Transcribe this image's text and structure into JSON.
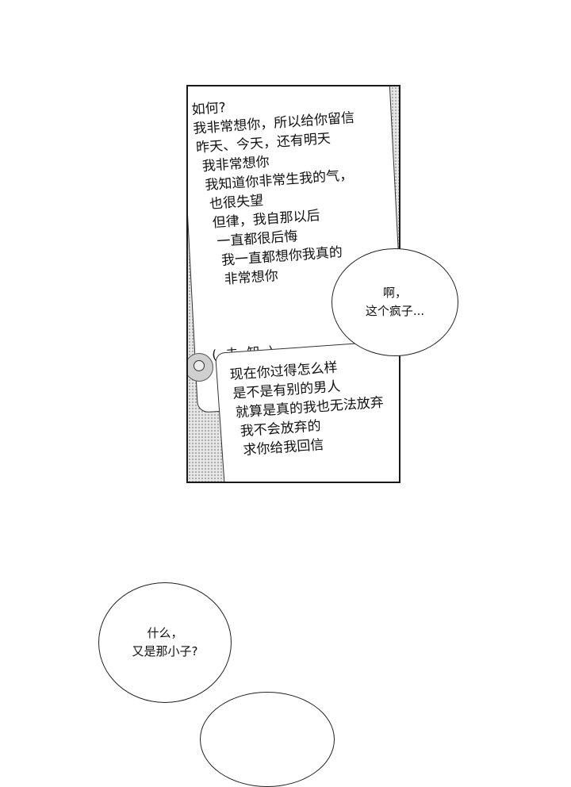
{
  "panel": {
    "message1": [
      "如何?",
      "我非常想你，所以给你留信",
      "昨天、今天，还有明天",
      "我非常想你",
      "我知道你非常生我的气，",
      "也很失望",
      "但律，我自那以后",
      "一直都很后悔",
      "我一直都想你我真的",
      "非常想你"
    ],
    "sender_label": "( 未  知 )",
    "message2": [
      "现在你过得怎么样",
      "是不是有别的男人",
      "就算是真的我也无法放弃",
      "我不会放弃的",
      "求你给我回信"
    ]
  },
  "speech": {
    "bubble1": [
      "啊，",
      "这个疯子..."
    ],
    "bubble2": [
      "什么，",
      "又是那小子?"
    ]
  }
}
